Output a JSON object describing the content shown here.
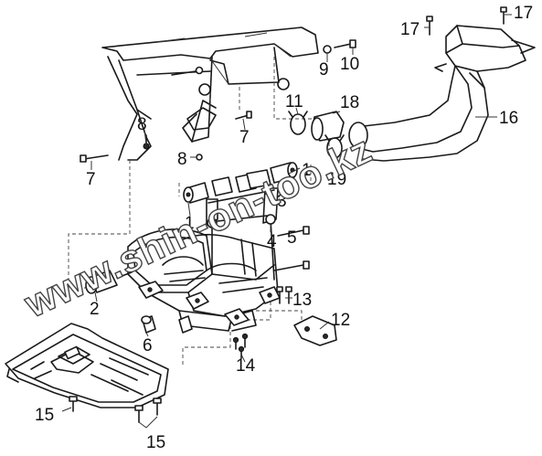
{
  "diagram": {
    "type": "exploded-parts-view",
    "callouts": [
      "1",
      "1",
      "2",
      "3",
      "4",
      "5",
      "6",
      "7",
      "7",
      "8",
      "8",
      "9",
      "10",
      "11",
      "12",
      "13",
      "14",
      "15",
      "15",
      "16",
      "17",
      "17",
      "18",
      "19"
    ]
  },
  "watermark": {
    "text": "www.shin-on-too.kz"
  }
}
